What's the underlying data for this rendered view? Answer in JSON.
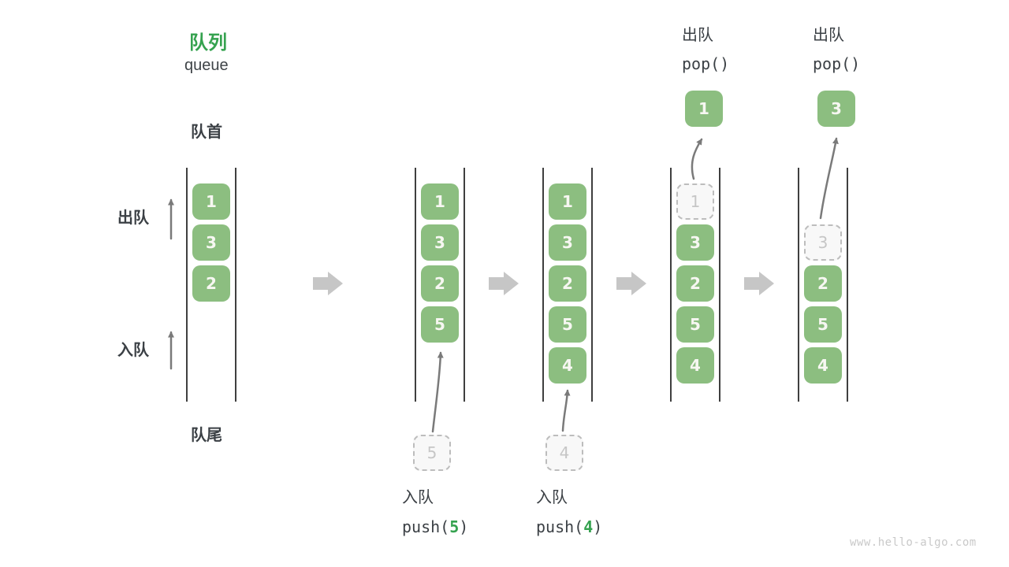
{
  "header": {
    "title_zh": "队列",
    "title_en": "queue"
  },
  "labels": {
    "front": "队首",
    "rear": "队尾",
    "dequeue_side": "出队",
    "enqueue_side": "入队"
  },
  "colors": {
    "box_green": "#8cbe80",
    "accent_green": "#35a24f",
    "text_dark": "#3b4045",
    "line_color": "#3f3f3f",
    "curve_arrow": "#7a7a7a",
    "block_arrow": "#c6c6c6",
    "dashed_border": "#bdbdbd",
    "dashed_fill": "#f8f8f8",
    "dashed_text": "#c6c6c6",
    "watermark_gray": "#c9c9c9"
  },
  "chart_data": {
    "type": "diagram",
    "description": "Queue push/pop operation sequence, five states left to right",
    "queue_states": [
      {
        "name": "initial",
        "cells": [
          {
            "slot": 0,
            "value": "1",
            "style": "solid"
          },
          {
            "slot": 1,
            "value": "3",
            "style": "solid"
          },
          {
            "slot": 2,
            "value": "2",
            "style": "solid"
          }
        ]
      },
      {
        "name": "after-push-5",
        "cells": [
          {
            "slot": 0,
            "value": "1",
            "style": "solid"
          },
          {
            "slot": 1,
            "value": "3",
            "style": "solid"
          },
          {
            "slot": 2,
            "value": "2",
            "style": "solid"
          },
          {
            "slot": 3,
            "value": "5",
            "style": "solid"
          }
        ]
      },
      {
        "name": "after-push-4",
        "cells": [
          {
            "slot": 0,
            "value": "1",
            "style": "solid"
          },
          {
            "slot": 1,
            "value": "3",
            "style": "solid"
          },
          {
            "slot": 2,
            "value": "2",
            "style": "solid"
          },
          {
            "slot": 3,
            "value": "5",
            "style": "solid"
          },
          {
            "slot": 4,
            "value": "4",
            "style": "solid"
          }
        ]
      },
      {
        "name": "pop-1",
        "cells": [
          {
            "slot": 0,
            "value": "1",
            "style": "dashed"
          },
          {
            "slot": 1,
            "value": "3",
            "style": "solid"
          },
          {
            "slot": 2,
            "value": "2",
            "style": "solid"
          },
          {
            "slot": 3,
            "value": "5",
            "style": "solid"
          },
          {
            "slot": 4,
            "value": "4",
            "style": "solid"
          }
        ]
      },
      {
        "name": "pop-3",
        "cells": [
          {
            "slot": 1,
            "value": "3",
            "style": "dashed"
          },
          {
            "slot": 2,
            "value": "2",
            "style": "solid"
          },
          {
            "slot": 3,
            "value": "5",
            "style": "solid"
          },
          {
            "slot": 4,
            "value": "4",
            "style": "solid"
          }
        ]
      }
    ]
  },
  "push_ops": [
    {
      "label": "入队",
      "code_pre": "push(",
      "arg": "5",
      "code_post": ")",
      "staged_value": "5"
    },
    {
      "label": "入队",
      "code_pre": "push(",
      "arg": "4",
      "code_post": ")",
      "staged_value": "4"
    }
  ],
  "pop_ops": [
    {
      "label": "出队",
      "code": "pop()",
      "popped_value": "1"
    },
    {
      "label": "出队",
      "code": "pop()",
      "popped_value": "3"
    }
  ],
  "watermark": "www.hello-algo.com"
}
